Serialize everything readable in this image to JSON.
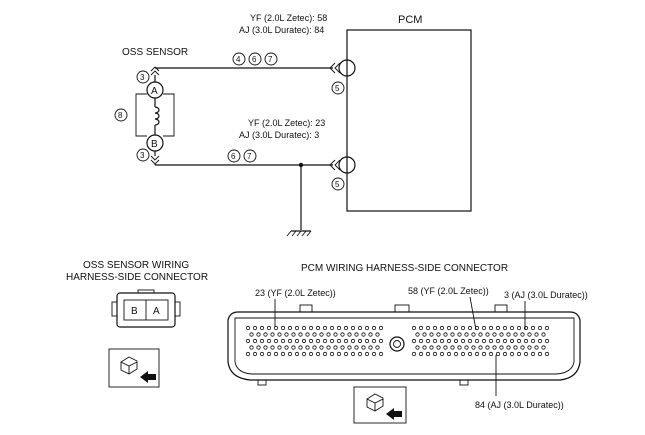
{
  "pcm": {
    "label": "PCM"
  },
  "oss_sensor": {
    "label": "OSS SENSOR",
    "terminal_a": "A",
    "terminal_b": "B"
  },
  "wire_top": {
    "label_line1": "YF (2.0L Zetec): 58",
    "label_line2": "AJ (3.0L Duratec): 84"
  },
  "wire_bottom": {
    "label_line1": "YF (2.0L Zetec): 23",
    "label_line2": "AJ (3.0L Duratec): 3"
  },
  "callouts": {
    "c3": "3",
    "c4": "4",
    "c5": "5",
    "c6": "6",
    "c7": "7",
    "c8": "8"
  },
  "oss_connector": {
    "title_line1": "OSS SENSOR WIRING",
    "title_line2": "HARNESS-SIDE CONNECTOR",
    "pin_b": "B",
    "pin_a": "A"
  },
  "pcm_connector": {
    "title": "PCM WIRING HARNESS-SIDE CONNECTOR",
    "pin23": "23 (YF (2.0L Zetec))",
    "pin58": "58 (YF (2.0L Zetec))",
    "pin3": "3 (AJ (3.0L Duratec))",
    "pin84": "84  (AJ (3.0L Duratec))"
  }
}
